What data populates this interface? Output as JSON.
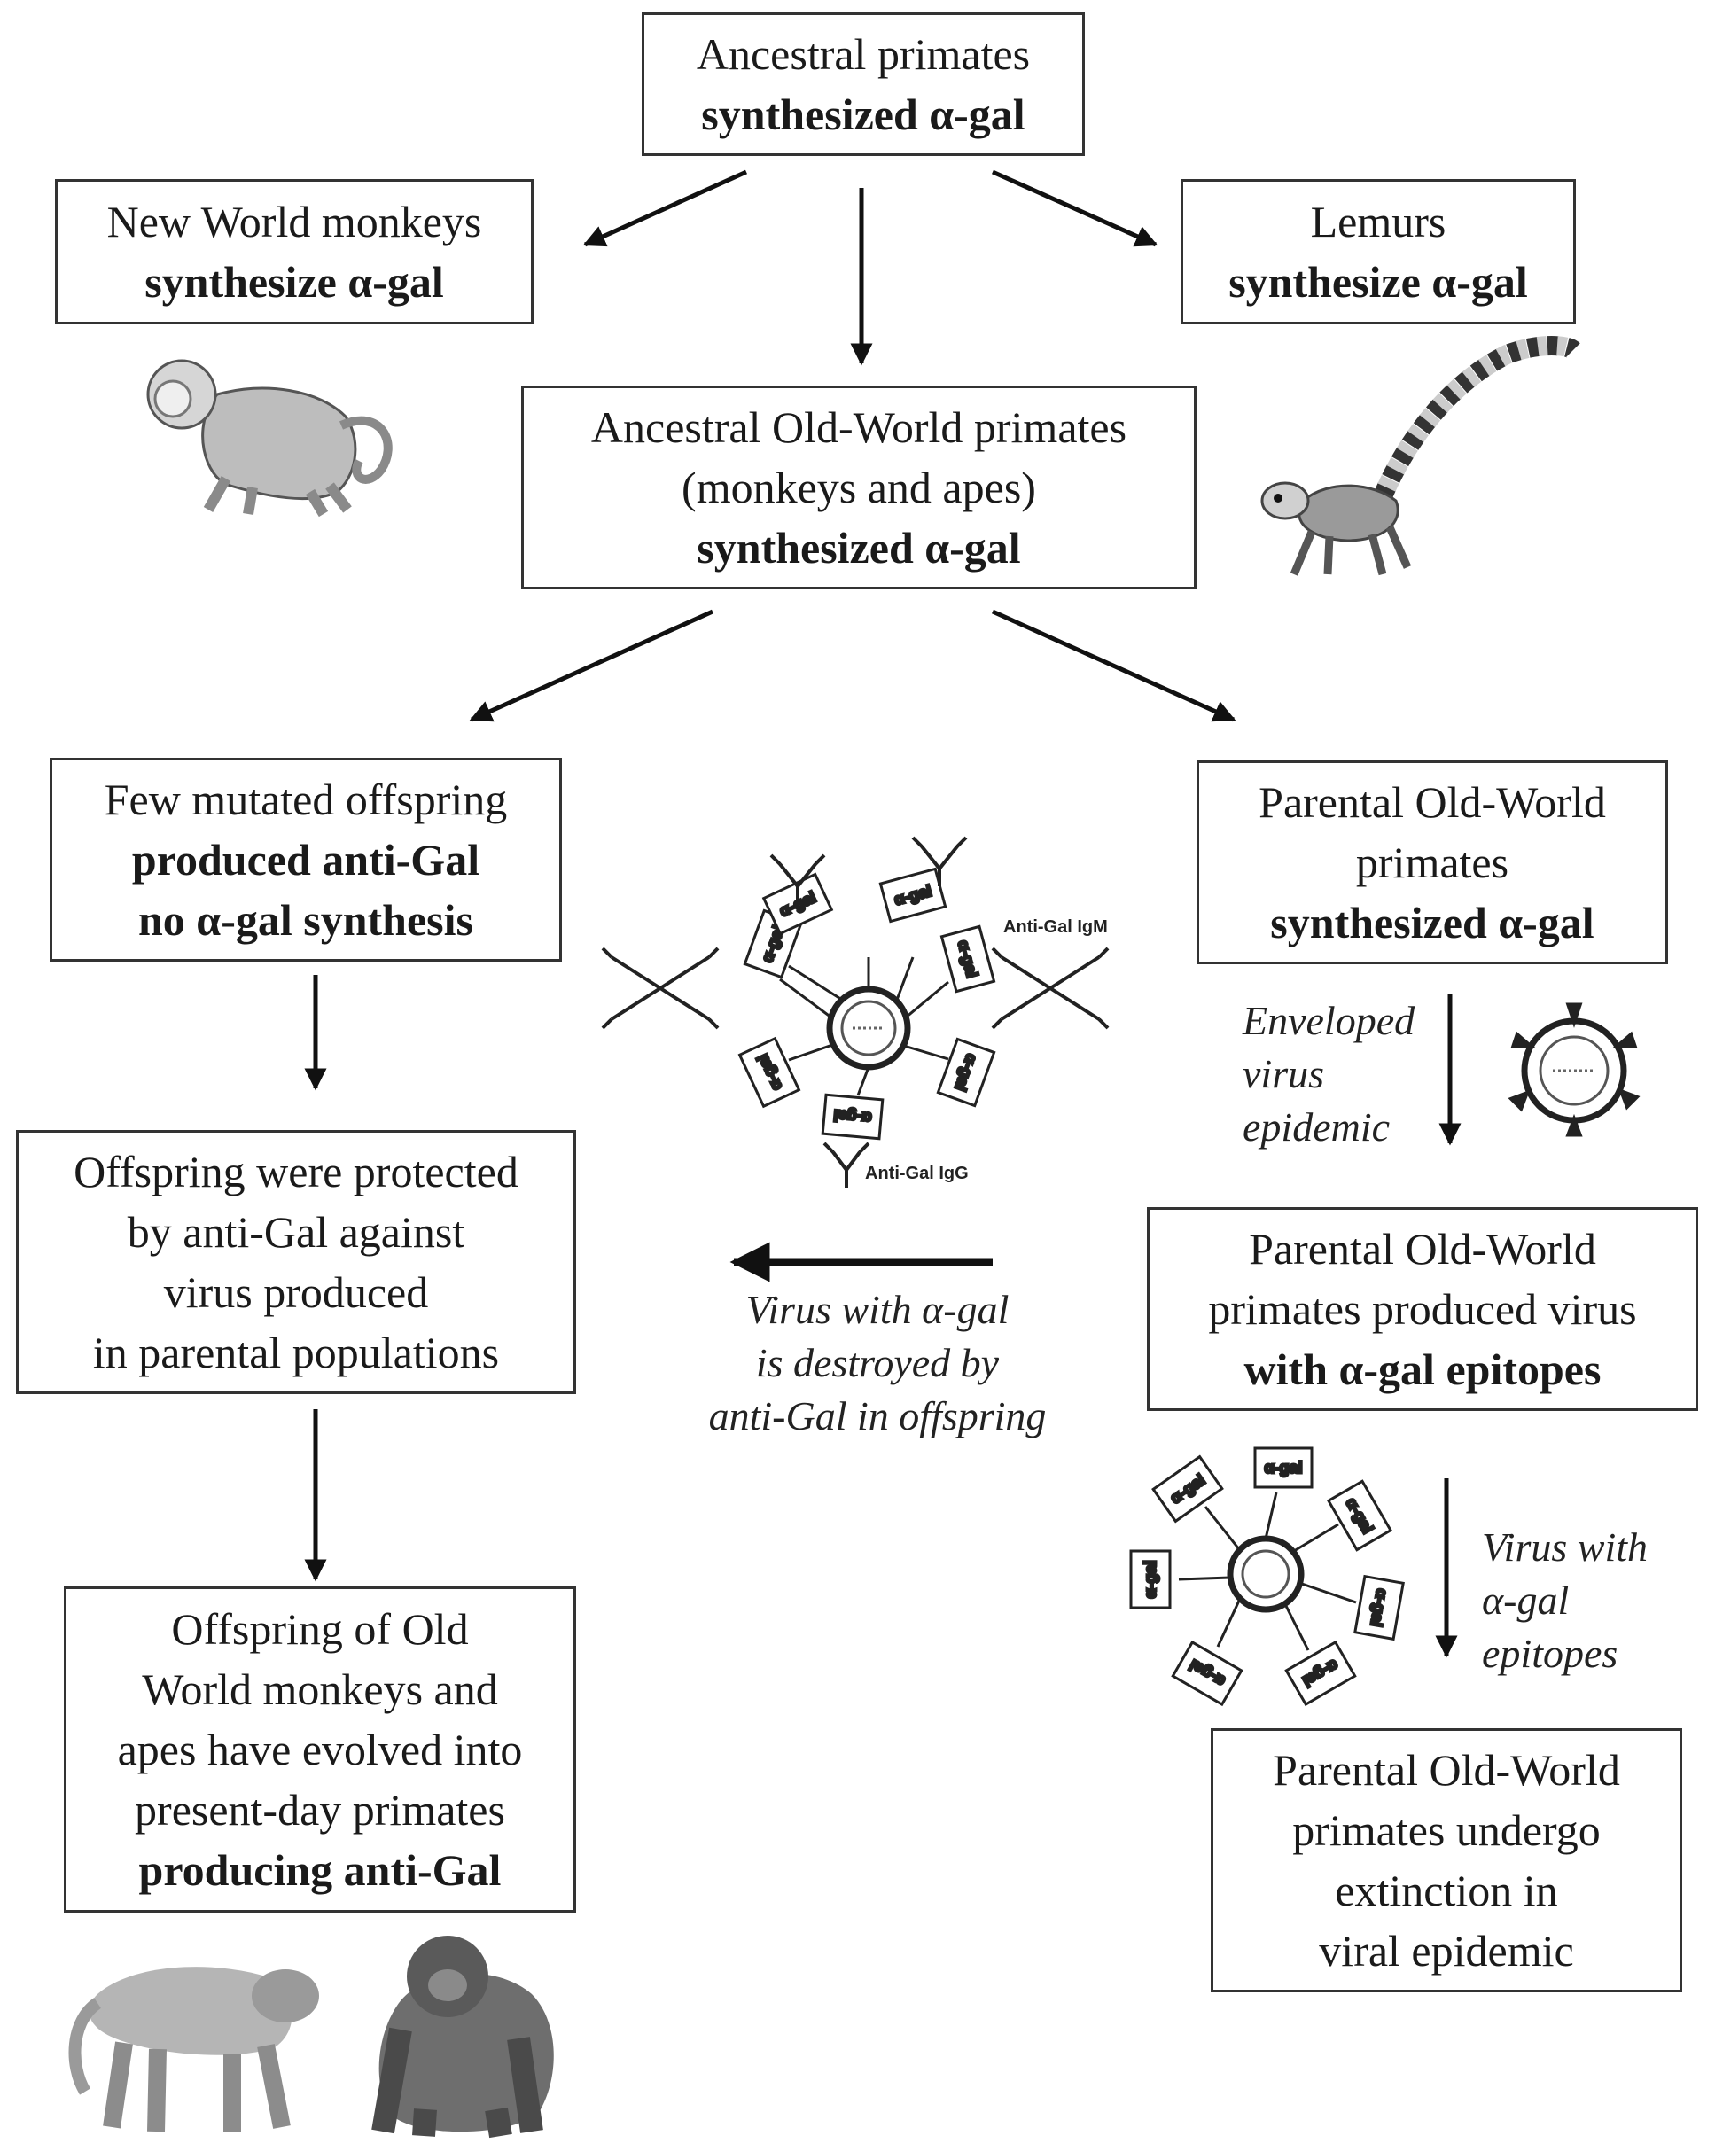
{
  "boxes": {
    "ancestral": [
      "Ancestral  primates",
      "synthesized  α-gal"
    ],
    "new_world": [
      "New World  monkeys",
      "synthesize  α-gal"
    ],
    "lemurs": [
      "Lemurs",
      "synthesize  α-gal"
    ],
    "old_world_ancestral": [
      "Ancestral  Old-World  primates",
      "(monkeys  and  apes)",
      "synthesized  α-gal"
    ],
    "mutated_offspring": [
      "Few mutated offspring",
      "produced  anti-Gal",
      "no α-gal synthesis"
    ],
    "parental": [
      "Parental  Old-World",
      "primates",
      "synthesized  α-gal"
    ],
    "protected": [
      "Offspring  were  protected",
      "by anti-Gal  against",
      "virus produced",
      "in parental  populations"
    ],
    "parental_virus": [
      "Parental  Old-World",
      "primates  produced  virus",
      "with  α-gal epitopes"
    ],
    "offspring_evolved": [
      "Offspring  of Old",
      "World monkeys  and",
      "apes have evolved into",
      "present-day  primates",
      "producing  anti-Gal"
    ],
    "extinction": [
      "Parental  Old-World",
      "primates  undergo",
      "extinction  in",
      "viral  epidemic"
    ]
  },
  "captions": {
    "enveloped": [
      "Enveloped",
      "virus",
      "epidemic"
    ],
    "destroyed": [
      "Virus with α-gal",
      "is destroyed by",
      "anti-Gal in offspring"
    ],
    "virus_epitopes": [
      "Virus with",
      "α-gal",
      "epitopes"
    ]
  },
  "antibody_labels": {
    "igm": "Anti-Gal IgM",
    "igg": "Anti-Gal IgG"
  },
  "epitope_tag": "α-gal"
}
